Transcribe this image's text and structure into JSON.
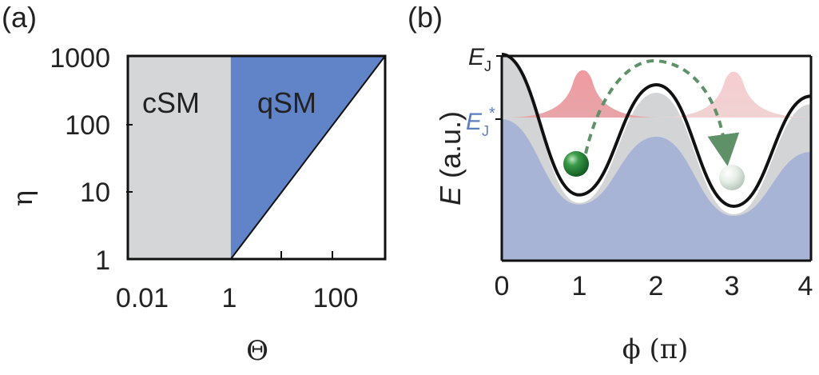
{
  "chart_data": [
    {
      "panel_label": "(a)",
      "type": "area",
      "xlabel": "Θ",
      "ylabel": "η",
      "x_scale": "log",
      "y_scale": "log",
      "xlim": [
        0.01,
        1000
      ],
      "ylim": [
        1,
        1000
      ],
      "x_ticks": [
        "0.01",
        "1",
        "100"
      ],
      "y_ticks": [
        "1",
        "10",
        "100",
        "1000"
      ],
      "regions": [
        {
          "name": "cSM",
          "color": "#d5d6d8",
          "polygon": [
            [
              0.01,
              1
            ],
            [
              1,
              1
            ],
            [
              1,
              1000
            ],
            [
              0.01,
              1000
            ]
          ]
        },
        {
          "name": "qSM",
          "color": "#6184c8",
          "polygon": [
            [
              1,
              1
            ],
            [
              1000,
              1000
            ],
            [
              1,
              1000
            ]
          ]
        }
      ],
      "boundary_line": [
        [
          1,
          1
        ],
        [
          1000,
          1000
        ]
      ]
    },
    {
      "panel_label": "(b)",
      "type": "line",
      "xlabel": "ϕ (π)",
      "ylabel_italic": "E",
      "ylabel_rest": " (a.u.)",
      "xlim": [
        0,
        4
      ],
      "x_ticks": [
        "0",
        "1",
        "2",
        "3",
        "4"
      ],
      "level_labels": {
        "EJ": {
          "main": "E",
          "sub": "J"
        },
        "EJstar": {
          "main": "E",
          "sub": "J",
          "sup": "*"
        }
      },
      "series": [
        {
          "x": [
            0,
            1,
            2,
            3,
            4
          ],
          "y": [
            1.0,
            -0.85,
            0.6,
            -1.0,
            0.45
          ]
        }
      ],
      "colors": {
        "curve": "#111111",
        "grey_fill": "#d3d4d6",
        "blue_fill": "#a8b4d6",
        "ej_label": "#222222",
        "ejstar_label": "#5a7ec0",
        "wavefunction": "#e7787e",
        "arrow": "#5e9168",
        "ball_green": "#2e8a3c",
        "ball_white": "#e3ece5"
      }
    }
  ]
}
